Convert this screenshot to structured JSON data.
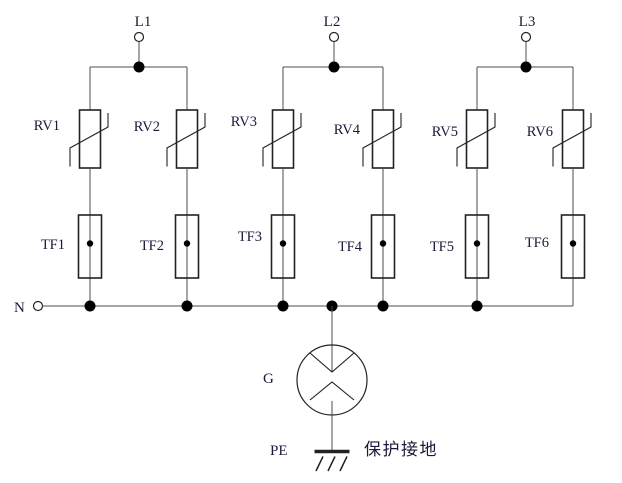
{
  "schematic": {
    "phases": [
      {
        "label": "L1"
      },
      {
        "label": "L2"
      },
      {
        "label": "L3"
      }
    ],
    "branches": [
      {
        "varistor_label": "RV1",
        "fuse_label": "TF1"
      },
      {
        "varistor_label": "RV2",
        "fuse_label": "TF2"
      },
      {
        "varistor_label": "RV3",
        "fuse_label": "TF3"
      },
      {
        "varistor_label": "RV4",
        "fuse_label": "TF4"
      },
      {
        "varistor_label": "RV5",
        "fuse_label": "TF5"
      },
      {
        "varistor_label": "RV6",
        "fuse_label": "TF6"
      }
    ],
    "neutral_label": "N",
    "gas_tube_label": "G",
    "protective_earth_label": "PE",
    "earth_annotation": "保护接地",
    "colors": {
      "wire": "#4d4d4d",
      "component_outline": "#222222",
      "junction_dot": "#000000",
      "text": "#1a1a3c",
      "background": "#ffffff"
    }
  }
}
